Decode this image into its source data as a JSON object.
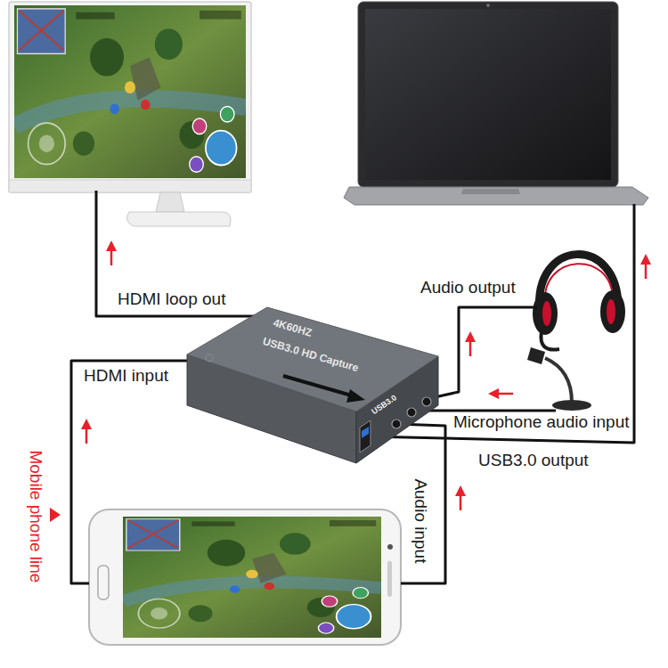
{
  "diagram": {
    "nodes": [
      {
        "text": [
          "4K60HZ",
          "USB3.0 HD Capture",
          "USB3.0"
        ]
      }
    ],
    "labels": [
      "HDMI loop out",
      "HDMI input",
      "Audio output",
      "Microphone audio input",
      "USB3.0 output",
      "Audio input",
      "Mobile phone line"
    ]
  }
}
